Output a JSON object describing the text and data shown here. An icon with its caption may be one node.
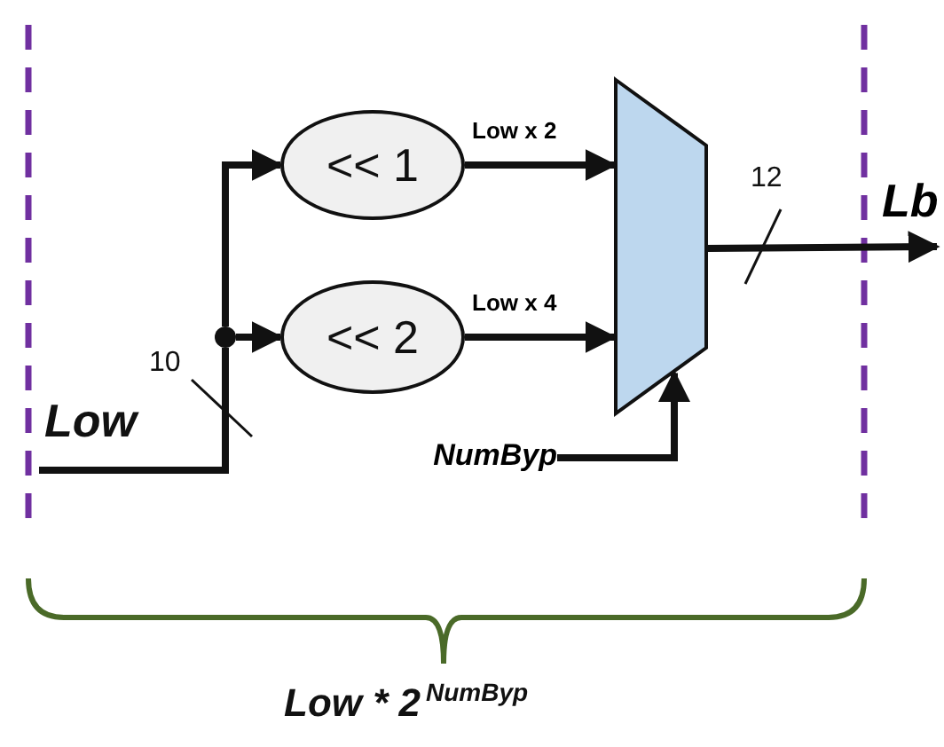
{
  "diagram": {
    "nodes": [
      {
        "text": [],
        "shape": "circle"
      },
      {
        "text": [
          "<< 1"
        ]
      },
      {
        "text": [
          "<< 2"
        ]
      },
      {
        "text": [],
        "shape": "trapezoid"
      },
      {
        "text": [
          "NumByp"
        ]
      },
      {
        "text": [
          "Lb"
        ]
      }
    ],
    "edges": [
      {
        "from": null,
        "to": 0,
        "arrow": "none"
      },
      {
        "from": 0,
        "to": 1,
        "arrow": "to"
      },
      {
        "from": 0,
        "to": 2,
        "arrow": "to"
      },
      {
        "from": 1,
        "to": 3,
        "arrow": "to",
        "label": "Low x 2"
      },
      {
        "from": 2,
        "to": 3,
        "arrow": "to",
        "label": "Low x 4"
      },
      {
        "from": 4,
        "to": 3,
        "arrow": "to"
      },
      {
        "from": 3,
        "to": 5,
        "arrow": "to"
      }
    ],
    "labels": [
      "Low",
      "10",
      "12",
      "Low * 2$^{NumByp}$"
    ]
  }
}
